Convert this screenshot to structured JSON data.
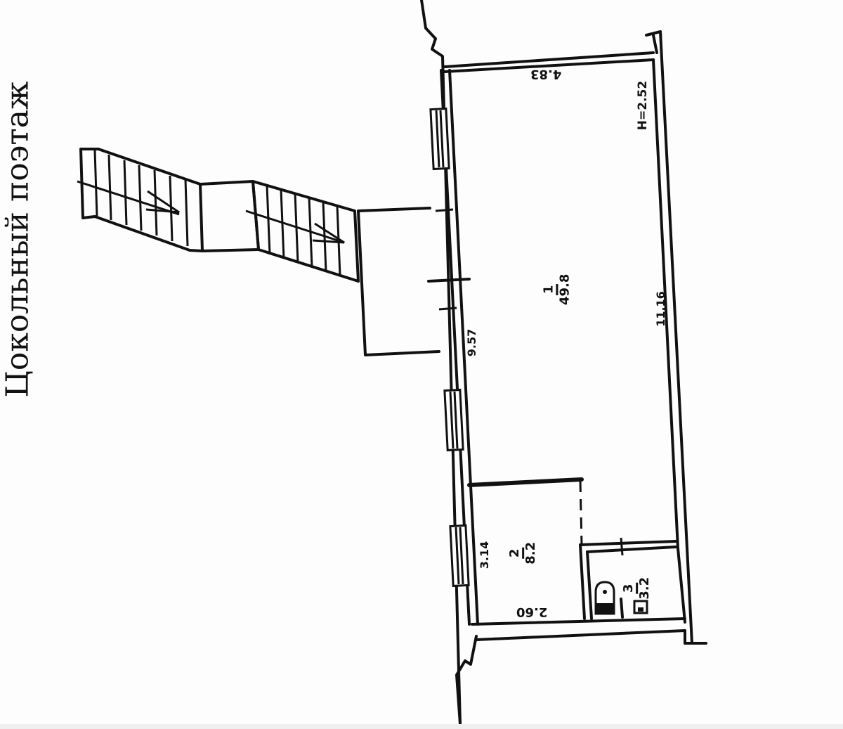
{
  "document": {
    "title": "Цокольный поэтаж",
    "type": "floor-plan",
    "orientation": "rotated 90° clockwise (text reads bottom-to-top)"
  },
  "rooms": [
    {
      "number": "1",
      "area": "49.8"
    },
    {
      "number": "2",
      "area": "8.2"
    },
    {
      "number": "3",
      "area": "3.2"
    }
  ],
  "dimensions": {
    "room1_width": "4.83",
    "room1_length_outer": "11.16",
    "room1_length_inner": "9.57",
    "ceiling_height": "H=2.52",
    "room2_width": "3.14",
    "room2_length": "2.60"
  },
  "annotations": {
    "stairs": "exterior stair with two flights and landing, arrows indicating descent",
    "fixtures": [
      "toilet",
      "sink"
    ]
  }
}
